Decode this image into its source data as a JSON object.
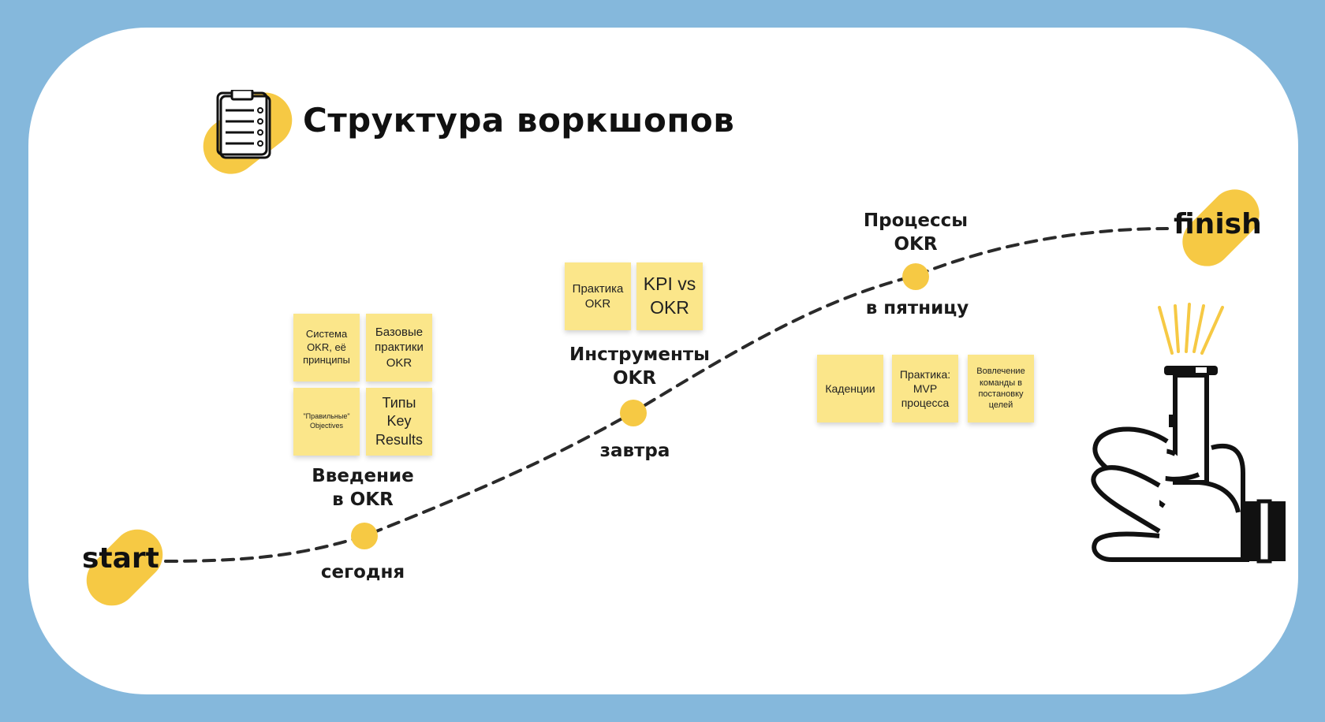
{
  "title": "Структура воркшопов",
  "start_label": "start",
  "finish_label": "finish",
  "milestones": [
    {
      "name": "Введение в OKR",
      "when": "сегодня"
    },
    {
      "name": "Инструменты OKR",
      "when": "завтра"
    },
    {
      "name": "Процессы OKR",
      "when": "в пятницу"
    }
  ],
  "stickies": {
    "intro": [
      "Система OKR, её принципы",
      "Базовые практики OKR",
      "\"Правильные\" Objectives",
      "Типы Key Results"
    ],
    "tools": [
      "Практика OKR",
      "KPI vs OKR"
    ],
    "process": [
      "Каденции",
      "Практика: MVP процесса",
      "Вовлечение команды в постановку целей"
    ]
  },
  "icons": [
    "clipboard-checklist-icon",
    "hand-flashlight-icon"
  ],
  "colors": {
    "background": "#85b8dc",
    "card": "#ffffff",
    "accent": "#f6c944",
    "sticky": "#fbe68a",
    "text": "#111111"
  }
}
